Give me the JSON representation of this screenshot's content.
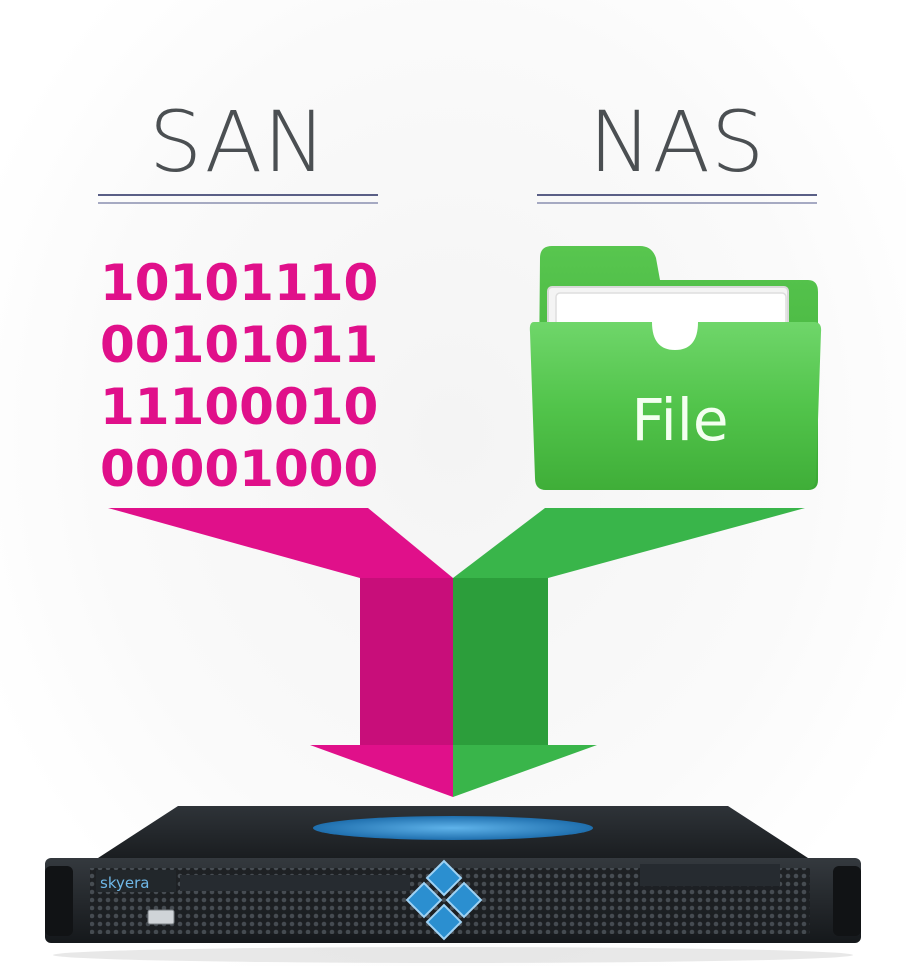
{
  "san": {
    "heading": "SAN",
    "binary_lines": [
      "10101110",
      "00101011",
      "11100010",
      "00001000"
    ],
    "color": "#e0108a"
  },
  "nas": {
    "heading": "NAS",
    "file_label": "File",
    "color": "#39b54a"
  },
  "device": {
    "brand": "skyera",
    "accent_color": "#2b8fd0"
  },
  "icons": [
    "folder-icon",
    "server-chassis-icon",
    "logo-diamond-icon",
    "usb-port-icon"
  ]
}
